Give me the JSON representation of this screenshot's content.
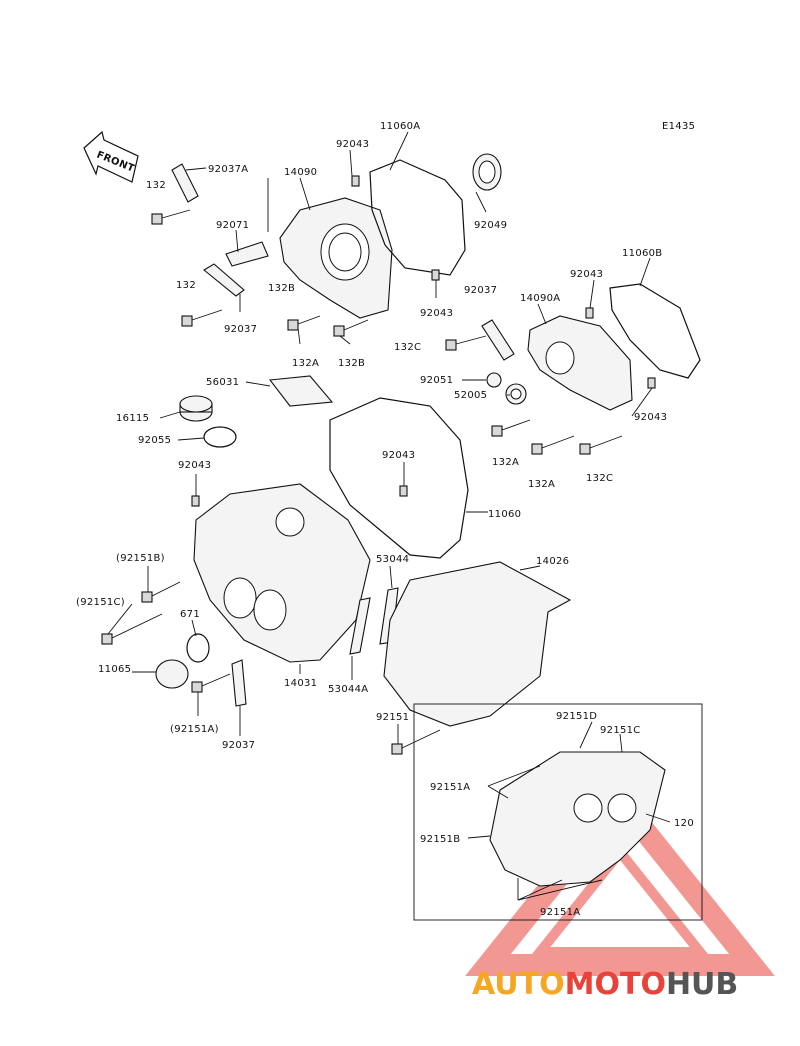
{
  "diagram_code": "E1435",
  "front_arrow": "FRONT",
  "labels": {
    "l_11060A": "11060A",
    "l_92043_a": "92043",
    "l_92037A": "92037A",
    "l_14090": "14090",
    "l_132_a": "132",
    "l_92049": "92049",
    "l_92071": "92071",
    "l_132_b": "132",
    "l_132B_a": "132B",
    "l_92037_a": "92037",
    "l_132A_a": "132A",
    "l_132B_b": "132B",
    "l_92043_b": "92043",
    "l_132C_a": "132C",
    "l_92043_c": "92043",
    "l_11060B": "11060B",
    "l_92037_b": "92037",
    "l_14090A": "14090A",
    "l_92051": "92051",
    "l_52005": "52005",
    "l_92043_d": "92043",
    "l_56031": "56031",
    "l_16115": "16115",
    "l_92055": "92055",
    "l_132A_b": "132A",
    "l_132A_c": "132A",
    "l_132C_b": "132C",
    "l_92043_e": "92043",
    "l_92043_f": "92043",
    "l_11060": "11060",
    "l_92151B_p": "(92151B)",
    "l_53044": "53044",
    "l_14026": "14026",
    "l_92151C_p": "(92151C)",
    "l_671": "671",
    "l_11065": "11065",
    "l_14031": "14031",
    "l_53044A": "53044A",
    "l_92151A_p": "(92151A)",
    "l_92151": "92151",
    "l_92037_c": "92037",
    "l_92151D": "92151D",
    "l_92151C": "92151C",
    "l_92151A_a": "92151A",
    "l_120": "120",
    "l_92151B": "92151B",
    "l_92151A_b": "92151A"
  },
  "watermark": {
    "part1": "AUTO",
    "part2": "MOTO",
    "part3": "HUB",
    "color1": "#f5a623",
    "color2": "#e8433a",
    "color3": "#555555"
  }
}
